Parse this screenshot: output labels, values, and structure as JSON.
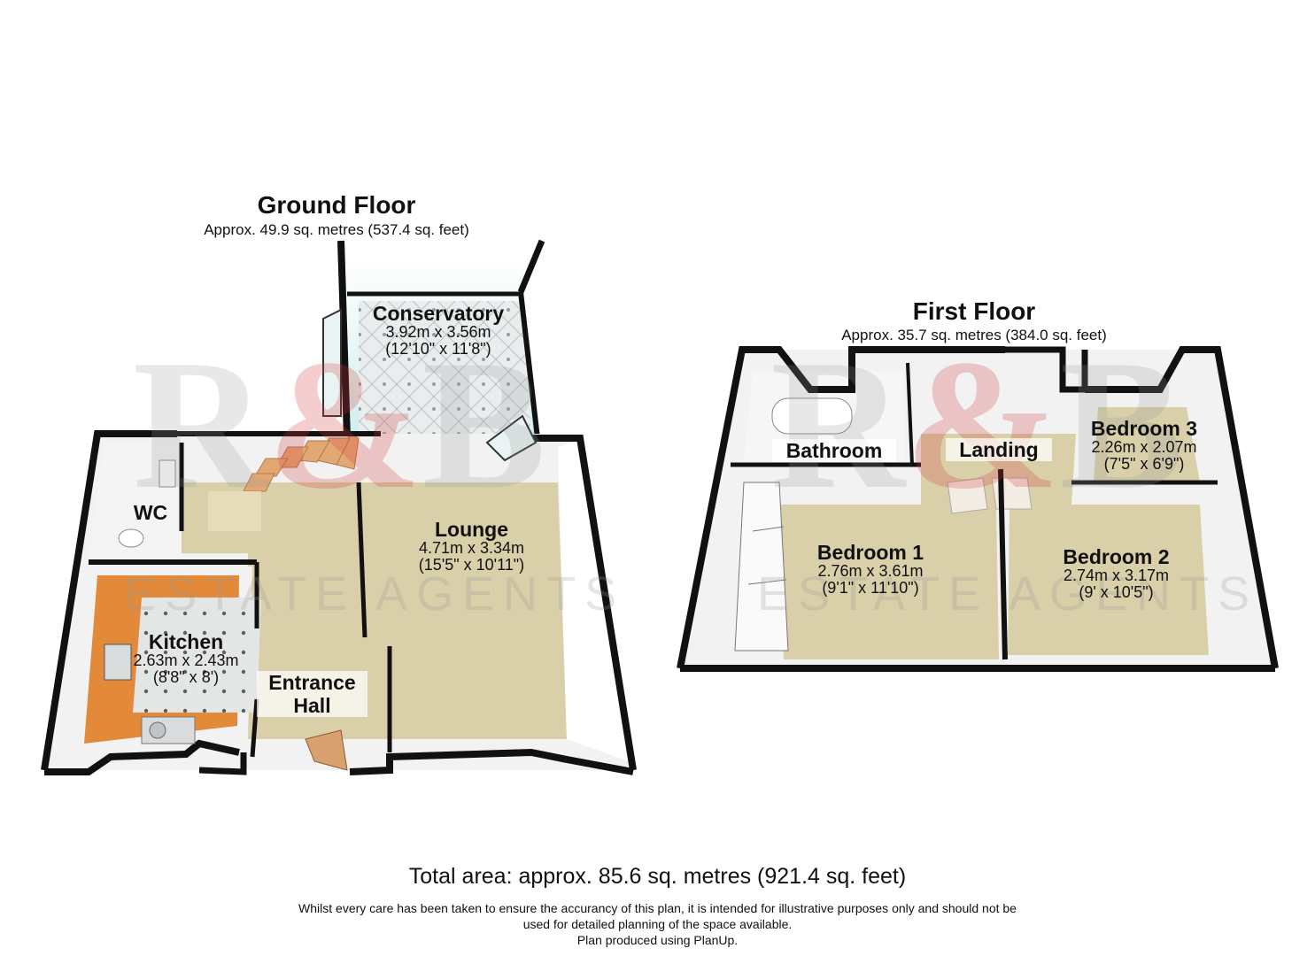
{
  "ground_floor": {
    "title": "Ground Floor",
    "area": "Approx. 49.9 sq. metres (537.4 sq. feet)",
    "rooms": {
      "conservatory": {
        "name": "Conservatory",
        "metric": "3.92m x 3.56m",
        "imperial": "(12'10\" x 11'8\")"
      },
      "wc": {
        "name": "WC"
      },
      "lounge": {
        "name": "Lounge",
        "metric": "4.71m x 3.34m",
        "imperial": "(15'5\" x 10'11\")"
      },
      "kitchen": {
        "name": "Kitchen",
        "metric": "2.63m x 2.43m",
        "imperial": "(8'8\" x 8')"
      },
      "entrance_hall": {
        "name_line1": "Entrance",
        "name_line2": "Hall"
      }
    }
  },
  "first_floor": {
    "title": "First Floor",
    "area": "Approx. 35.7 sq. metres (384.0 sq. feet)",
    "rooms": {
      "bathroom": {
        "name": "Bathroom"
      },
      "landing": {
        "name": "Landing"
      },
      "bedroom3": {
        "name": "Bedroom 3",
        "metric": "2.26m x 2.07m",
        "imperial": "(7'5\" x 6'9\")"
      },
      "bedroom1": {
        "name": "Bedroom 1",
        "metric": "2.76m x 3.61m",
        "imperial": "(9'1\" x 11'10\")"
      },
      "bedroom2": {
        "name": "Bedroom 2",
        "metric": "2.74m x 3.17m",
        "imperial": "(9' x 10'5\")"
      }
    }
  },
  "watermark": {
    "letters_left": "R",
    "amp": "&",
    "letters_right": "B",
    "text_ground": "ESTATE AGENTS",
    "text_first": "ESTATE AGENTS"
  },
  "footer": {
    "total": "Total area: approx. 85.6 sq. metres (921.4 sq. feet)",
    "disclaimer_line1": "Whilst every care has been taken to ensure the accurancy of this plan, it is intended for illustrative purposes only and should not be",
    "disclaimer_line2": "used for detailed planning of the space available.",
    "disclaimer_line3": "Plan produced using PlanUp."
  },
  "colors": {
    "wall": "#111111",
    "carpet": "#d9cfa8",
    "wall_face": "#f2f2f2",
    "kitchen_worktop": "#e38a3a",
    "tile": "#e8ecec",
    "stairs": "#e2a874",
    "accent_red": "#d23c3c"
  }
}
